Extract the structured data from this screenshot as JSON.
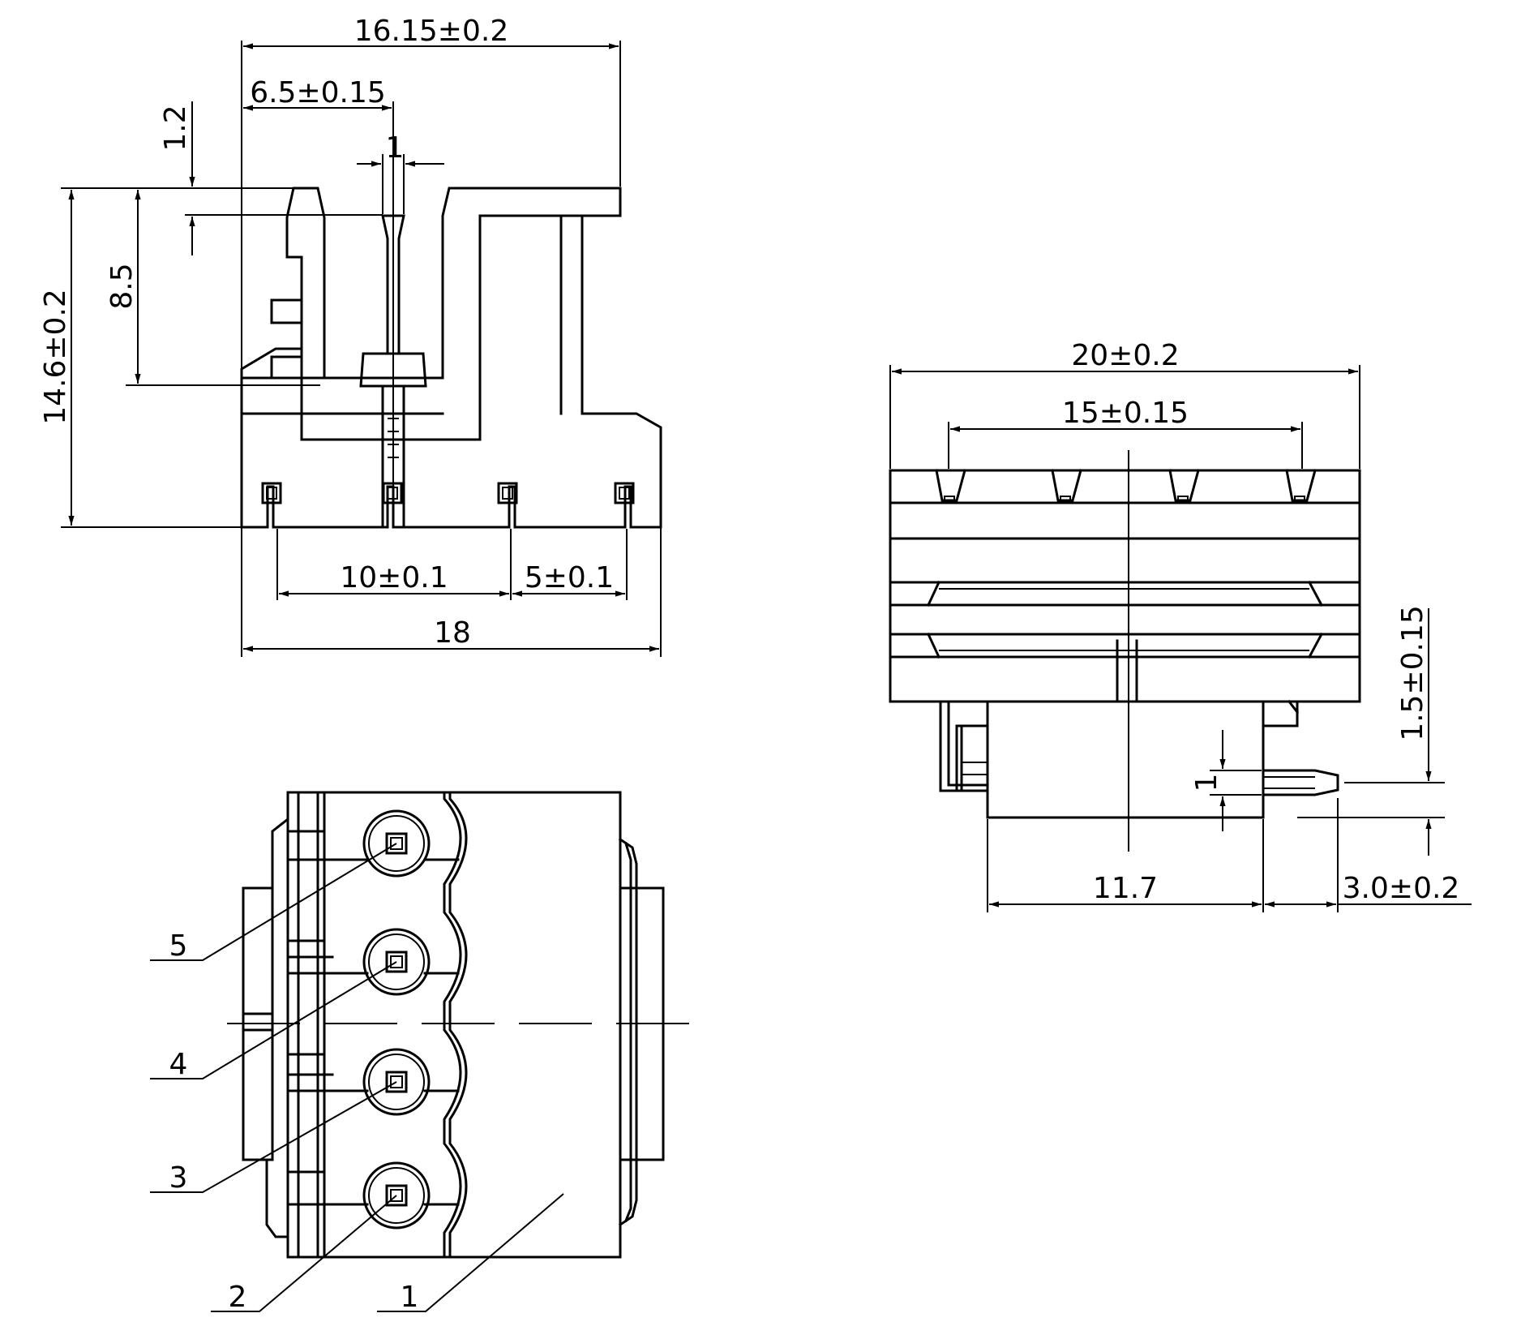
{
  "views": {
    "side": {
      "dims": {
        "overall_width": "16.15±0.2",
        "pin_offset": "6.5±0.15",
        "pin_width": "1",
        "pin_top": "1.2",
        "height_inner": "8.5",
        "height_total": "14.6±0.2",
        "pitch_10": "10±0.1",
        "pitch_5": "5±0.1",
        "base_width": "18"
      }
    },
    "front": {
      "dims": {
        "overall_width": "20±0.2",
        "pin_span": "15±0.15",
        "pin_height": "1.5±0.15",
        "pin_thickness": "1",
        "body_width": "11.7",
        "pin_protrusion": "3.0±0.2"
      }
    },
    "top": {
      "callouts": [
        "5",
        "4",
        "3",
        "2",
        "1"
      ]
    }
  }
}
